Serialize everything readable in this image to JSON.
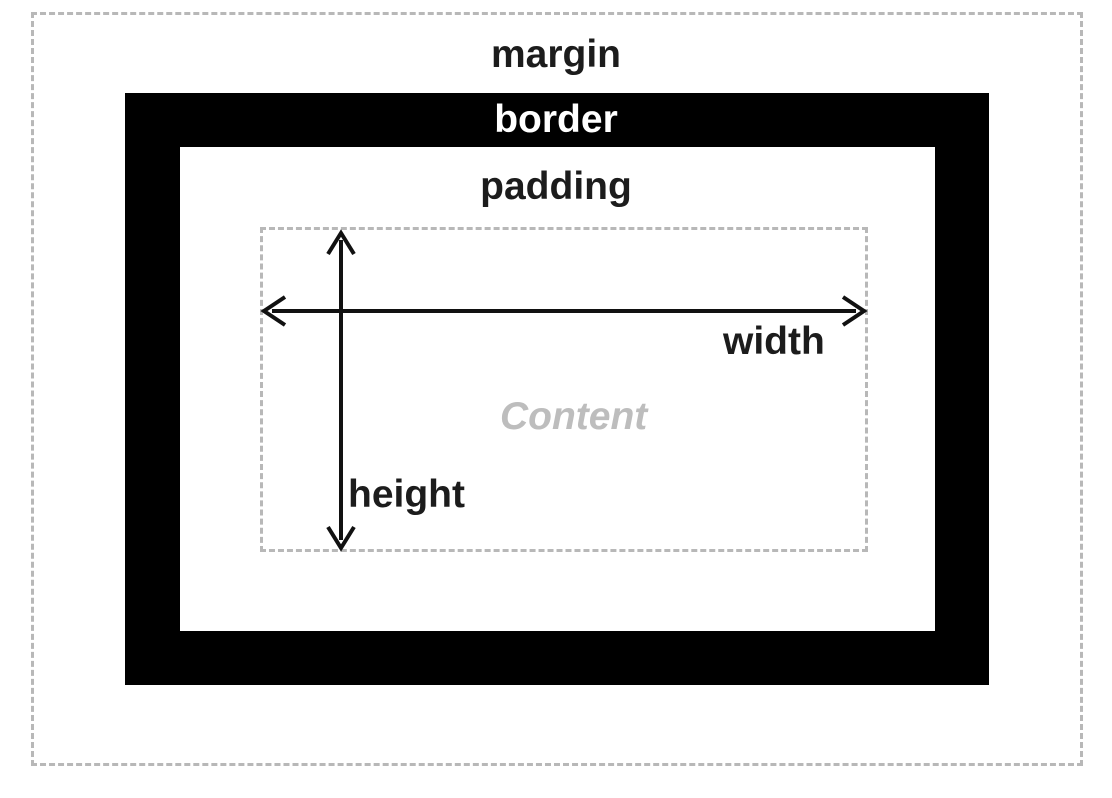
{
  "labels": {
    "margin": "margin",
    "border": "border",
    "padding": "padding",
    "width": "width",
    "content": "Content",
    "height": "height"
  },
  "colors": {
    "border_fill": "#000000",
    "dashed_outline": "#b8b8b8",
    "text": "#1c1c1c",
    "content_text": "#bdbdbd",
    "border_text": "#ffffff"
  }
}
